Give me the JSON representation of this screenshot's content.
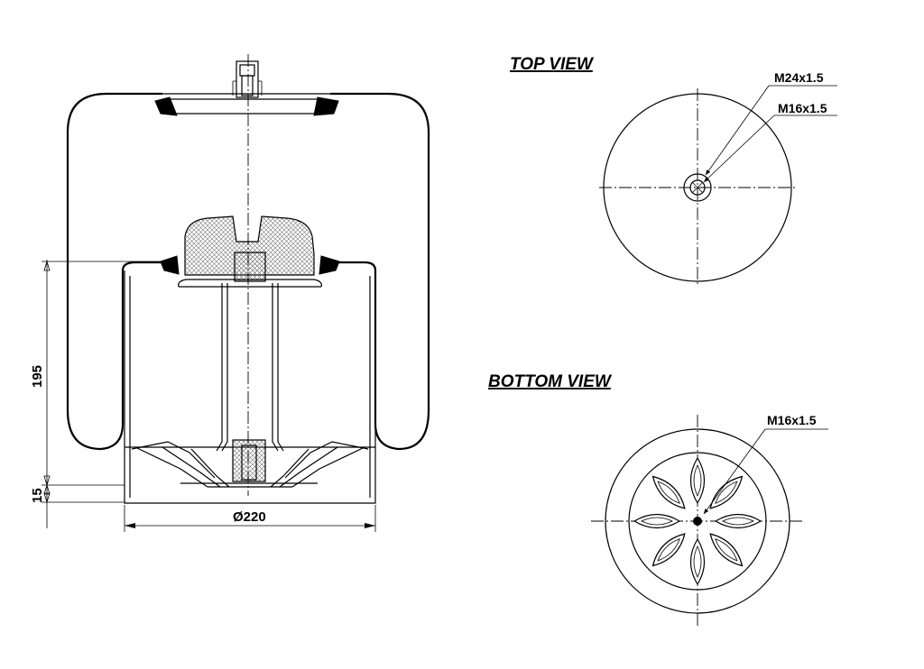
{
  "views": {
    "top_title": "TOP VIEW",
    "bottom_title": "BOTTOM VIEW"
  },
  "callouts": {
    "top_thread_large": "M24x1.5",
    "top_thread_small": "M16x1.5",
    "bottom_thread": "M16x1.5"
  },
  "dimensions": {
    "height_main": "195",
    "height_base": "15",
    "diameter": "Ø220"
  }
}
